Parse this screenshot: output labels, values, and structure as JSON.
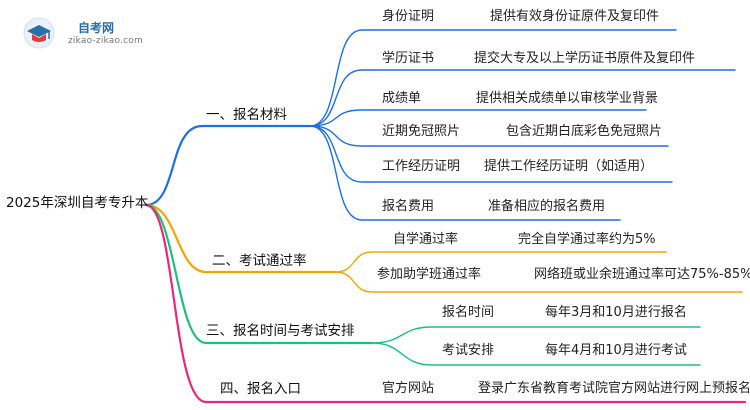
{
  "logo": {
    "name": "自考网",
    "url": "zikao-zikao.com"
  },
  "root": "2025年深圳自考专升本",
  "colors": {
    "blue": "#1e6ee6",
    "orange": "#f0a500",
    "green": "#1cc07a",
    "pink": "#e8287a"
  },
  "branches": [
    {
      "label": "一、报名材料",
      "color": "blue",
      "items": [
        {
          "key": "身份证明",
          "value": "提供有效身份证原件及复印件"
        },
        {
          "key": "学历证书",
          "value": "提交大专及以上学历证书原件及复印件"
        },
        {
          "key": "成绩单",
          "value": "提供相关成绩单以审核学业背景"
        },
        {
          "key": "近期免冠照片",
          "value": "包含近期白底彩色免冠照片"
        },
        {
          "key": "工作经历证明",
          "value": "提供工作经历证明（如适用）"
        },
        {
          "key": "报名费用",
          "value": "准备相应的报名费用"
        }
      ]
    },
    {
      "label": "二、考试通过率",
      "color": "orange",
      "items": [
        {
          "key": "自学通过率",
          "value": "完全自学通过率约为5%"
        },
        {
          "key": "参加助学班通过率",
          "value": "网络班或业余班通过率可达75%-85%"
        }
      ]
    },
    {
      "label": "三、报名时间与考试安排",
      "color": "green",
      "items": [
        {
          "key": "报名时间",
          "value": "每年3月和10月进行报名"
        },
        {
          "key": "考试安排",
          "value": "每年4月和10月进行考试"
        }
      ]
    },
    {
      "label": "四、报名入口",
      "color": "pink",
      "items": [
        {
          "key": "官方网站",
          "value": "登录广东省教育考试院官方网站进行网上预报名"
        }
      ]
    }
  ]
}
